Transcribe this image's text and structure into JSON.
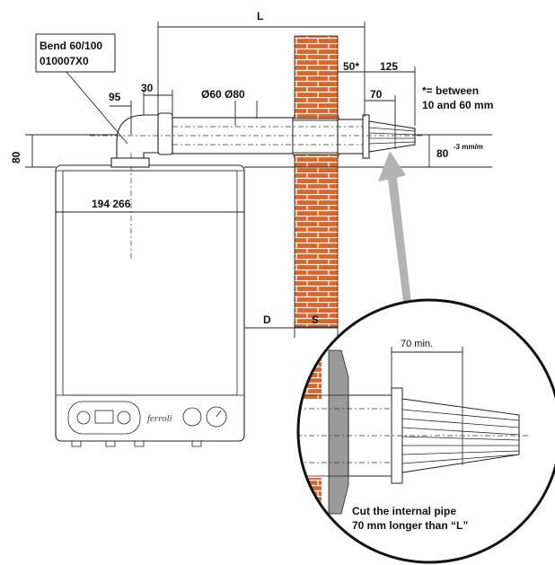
{
  "labels": {
    "dim_L": "L",
    "bend_line1": "Bend 60/100",
    "bend_line2": "010007X0",
    "dim_95": "95",
    "dim_30": "30",
    "diameters": "Ø60 Ø80",
    "dim_50": "50*",
    "dim_125": "125",
    "dim_70": "70",
    "note_line1": "*= between",
    "note_line2": "10 and 60 mm",
    "dim_80_left": "80",
    "dim_80_right": "80",
    "slope": "-3 mm/m",
    "dims_194_266": "194 266",
    "dim_D": "D",
    "dim_S": "S",
    "dim_70_min": "70 min.",
    "cut_line1": "Cut the internal pipe",
    "cut_line2": "70 mm longer than “L”",
    "logo": "ferroli"
  },
  "colors": {
    "brick": "#d9662a",
    "mortar": "#ffffff",
    "arrow": "#b3b3b3",
    "line": "#222222"
  }
}
